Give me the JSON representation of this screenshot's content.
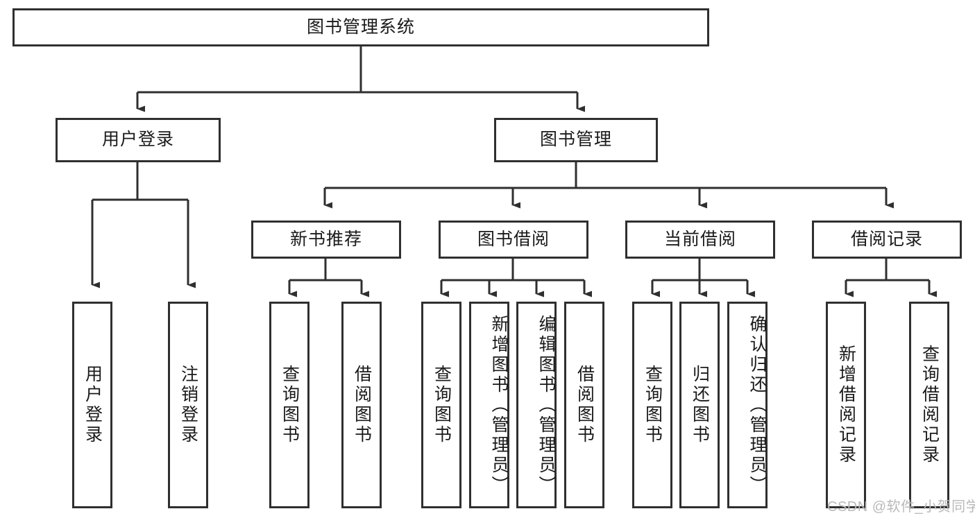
{
  "diagram": {
    "title": "图书管理系统",
    "type": "tree-hierarchy-diagram",
    "colors": {
      "box_border": "#2f2f2f",
      "box_fill": "#ffffff",
      "connector": "#2f2f2f",
      "text": "#1a1a1a",
      "watermark": "#b9b9b9",
      "background": "#ffffff"
    },
    "root": {
      "label": "图书管理系统"
    },
    "level2": [
      {
        "label": "用户登录"
      },
      {
        "label": "图书管理"
      }
    ],
    "level3": [
      {
        "label": "新书推荐"
      },
      {
        "label": "图书借阅"
      },
      {
        "label": "当前借阅"
      },
      {
        "label": "借阅记录"
      }
    ],
    "leaves": [
      {
        "label": "用户登录",
        "parent": "用户登录"
      },
      {
        "label": "注销登录",
        "parent": "用户登录"
      },
      {
        "label": "查询图书",
        "parent": "新书推荐"
      },
      {
        "label": "借阅图书",
        "parent": "新书推荐"
      },
      {
        "label": "查询图书",
        "parent": "图书借阅"
      },
      {
        "label": "新增图书（管理员）",
        "parent": "图书借阅"
      },
      {
        "label": "编辑图书（管理员）",
        "parent": "图书借阅"
      },
      {
        "label": "借阅图书",
        "parent": "图书借阅"
      },
      {
        "label": "查询图书",
        "parent": "当前借阅"
      },
      {
        "label": "归还图书",
        "parent": "当前借阅"
      },
      {
        "label": "确认归还（管理员）",
        "parent": "当前借阅"
      },
      {
        "label": "新增借阅记录",
        "parent": "借阅记录"
      },
      {
        "label": "查询借阅记录",
        "parent": "借阅记录"
      }
    ],
    "watermark": "CSDN @软件_小贺同学"
  }
}
